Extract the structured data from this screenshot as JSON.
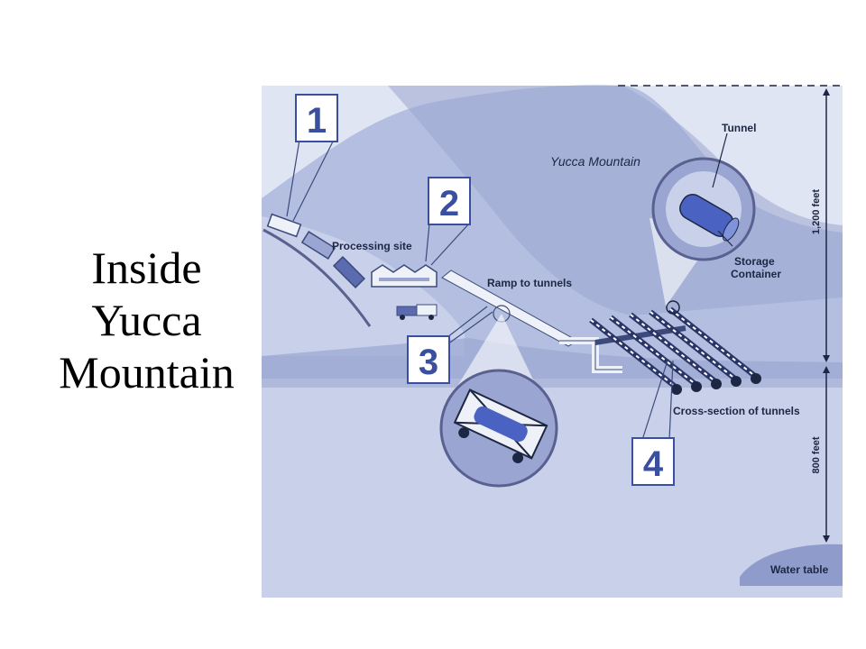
{
  "slide": {
    "title_lines": [
      "Inside",
      "Yucca",
      "Mountain"
    ]
  },
  "diagram": {
    "mountain_label": "Yucca Mountain",
    "processing_label": "Processing site",
    "ramp_label": "Ramp to tunnels",
    "tunnel_label": "Tunnel",
    "storage_label_1": "Storage",
    "storage_label_2": "Container",
    "cross_section_label": "Cross-section of tunnels",
    "water_label": "Water table",
    "depth_top_label": "1,200 feet",
    "depth_bottom_label": "800 feet",
    "step_numbers": [
      "1",
      "2",
      "3",
      "4"
    ]
  },
  "colors": {
    "sky": "#dfe5f2",
    "mountain_dark": "#9aa6d1",
    "mountain_mid": "#b4bee0",
    "ground": "#c8d0ea",
    "accent": "#3b4fa0"
  }
}
